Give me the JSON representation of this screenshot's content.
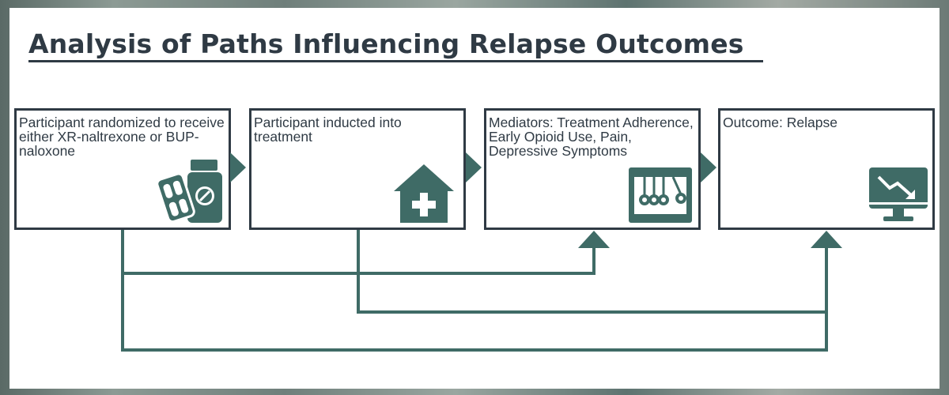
{
  "title": "Analysis of Paths Influencing Relapse Outcomes",
  "boxes": [
    {
      "text": "Participant randomized to receive either XR-naltrexone or BUP-naloxone",
      "icon": "pill-bottle-icon"
    },
    {
      "text": "Participant inducted into treatment",
      "icon": "house-plus-icon"
    },
    {
      "text": "Mediators: Treatment Adherence, Early Opioid Use, Pain, Depressive Symptoms",
      "icon": "newtons-cradle-icon"
    },
    {
      "text": "Outcome: Relapse",
      "icon": "monitor-decline-icon"
    }
  ],
  "colors": {
    "accent": "#3f6b66",
    "dark": "#2f3a44"
  }
}
